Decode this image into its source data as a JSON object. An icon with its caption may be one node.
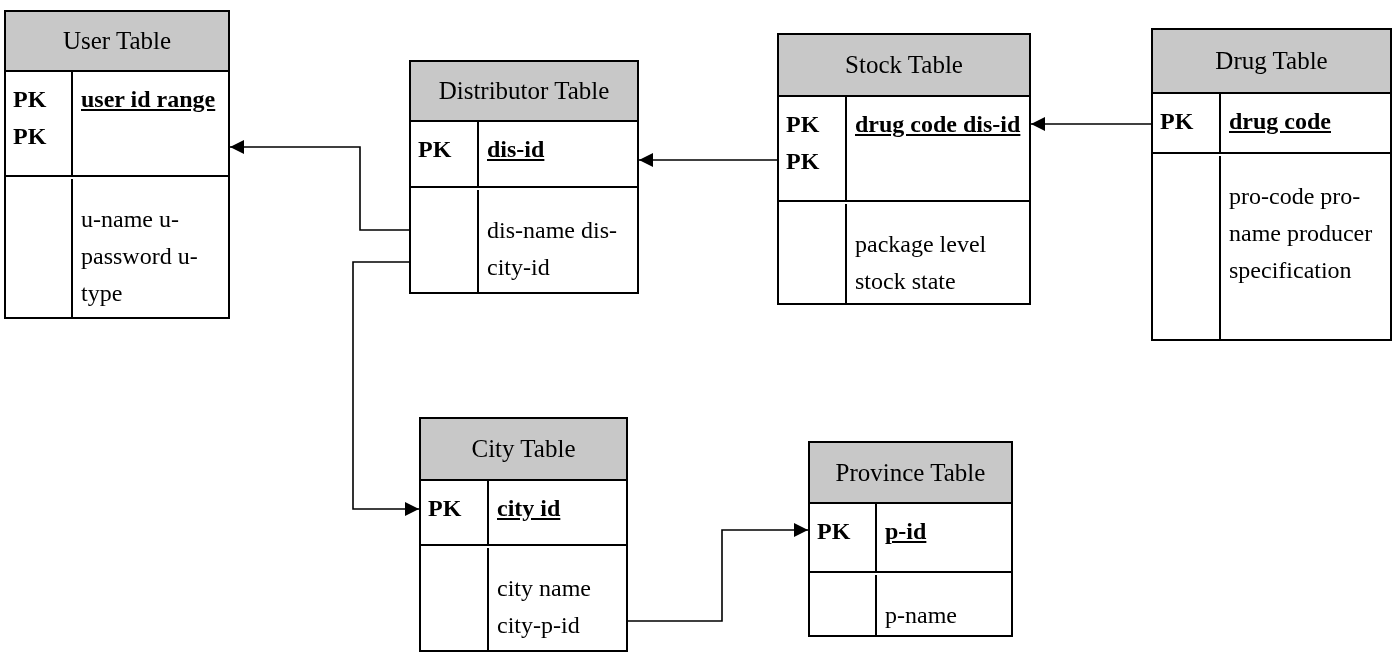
{
  "diagram": {
    "nodes": [
      {
        "text": [
          "User Table",
          "PK PK",
          "user id range",
          "u-name u-password u-type"
        ]
      },
      {
        "text": [
          "Distributor Table",
          "PK",
          "dis-id",
          "dis-name dis-city-id"
        ]
      },
      {
        "text": [
          "Stock Table",
          "PK PK",
          "drug code dis-id",
          "package level stock state"
        ]
      },
      {
        "text": [
          "Drug Table",
          "PK",
          "drug code",
          "pro-code pro-name producer specification"
        ]
      },
      {
        "text": [
          "City Table",
          "PK",
          "city id",
          "city name city-p-id"
        ]
      },
      {
        "text": [
          "Province Table",
          "PK",
          "p-id",
          "p-name"
        ]
      }
    ],
    "edges": [
      {
        "from": 1,
        "to": 0,
        "arrow": "to"
      },
      {
        "from": 2,
        "to": 1,
        "arrow": "to"
      },
      {
        "from": 3,
        "to": 2,
        "arrow": "to"
      },
      {
        "from": 1,
        "to": 4,
        "arrow": "to"
      },
      {
        "from": 4,
        "to": 5,
        "arrow": "to"
      }
    ]
  }
}
